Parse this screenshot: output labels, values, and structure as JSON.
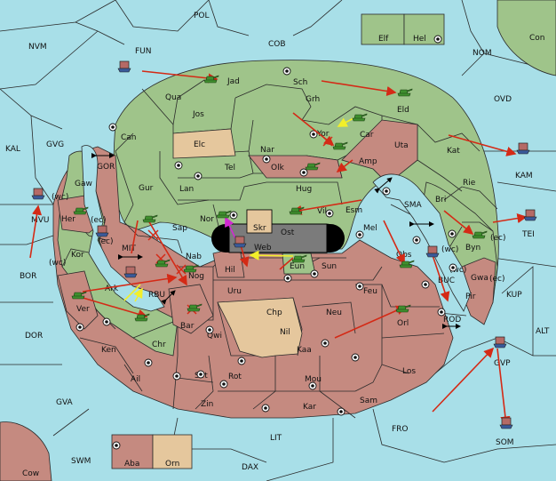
{
  "colors": {
    "sea": "#a8dfe8",
    "green_power": "#9fc48a",
    "red_power": "#c58a80",
    "tan_power": "#e5c79d",
    "dark_power": "#7b7b7b",
    "order_arrow": "#d42a16",
    "support_arrow": "#f2ef2a",
    "convoy_arrow": "#d12ad1"
  },
  "map": {
    "sea_labels": {
      "pol": "POL",
      "fun": "FUN",
      "cob": "COB",
      "nvm": "NVM",
      "nom": "NOM",
      "ovd": "OVD",
      "kal": "KAL",
      "gvg": "GVG",
      "gor": "GOR",
      "kam": "KAM",
      "mvu": "MVU",
      "sma": "SMA",
      "tei": "TEI",
      "bor": "BOR",
      "mit": "MIT",
      "rbu": "RBU",
      "kup": "KUP",
      "buc": "BUC",
      "rod": "ROD",
      "dor": "DOR",
      "alt": "ALT",
      "gva": "GVA",
      "gvp": "GVP",
      "lit": "LIT",
      "fro": "FRO",
      "som": "SOM",
      "swm": "SWM",
      "dax": "DAX",
      "cow": "Cow",
      "con": "Con"
    },
    "land_labels": {
      "elf": "Elf",
      "hel": "Hel",
      "jad": "Jad",
      "sch": "Sch",
      "qua": "Qua",
      "jos": "Jos",
      "grh": "Grh",
      "eld": "Eld",
      "can": "Can",
      "elc": "Elc",
      "nar": "Nar",
      "yor": "Yor",
      "car": "Car",
      "uta": "Uta",
      "tel": "Tel",
      "olk": "Olk",
      "amp": "Amp",
      "kat": "Kat",
      "gaw": "Gaw",
      "gur": "Gur",
      "lan": "Lan",
      "hug": "Hug",
      "rie": "Rie",
      "her": "Her",
      "nor": "Nor",
      "skr": "Skr",
      "vil": "Vil",
      "esm": "Esm",
      "bri": "Bri",
      "sap": "Sap",
      "ost": "Ost",
      "web": "Web",
      "mel": "Mel",
      "byn": "Byn",
      "kor": "Kor",
      "nab": "Nab",
      "hil": "Hil",
      "eun": "Eun",
      "sun": "Sun",
      "obs": "Obs",
      "ark": "Ark",
      "gwa": "Gwa",
      "nog": "Nog",
      "uru": "Uru",
      "feu": "Feu",
      "pir": "Pir",
      "ver": "Ver",
      "bar": "Bar",
      "chp": "Chp",
      "neu": "Neu",
      "orl": "Orl",
      "chr": "Chr",
      "qwi": "Qwi",
      "nil": "Nil",
      "ken": "Ken",
      "kaa": "Kaa",
      "sot": "Sot",
      "rot": "Rot",
      "los": "Los",
      "ail": "Ail",
      "mou": "Mou",
      "zin": "Zin",
      "kar": "Kar",
      "sam": "Sam",
      "aba": "Aba",
      "orn": "Orn"
    },
    "coast_tags": {
      "wc_mvu": "(wc)",
      "ec_her": "(ec)",
      "ec_gaw": "(ec)",
      "wc_kor": "(wc)",
      "wc_byn": "(wc)",
      "ec_byn": "(ec)",
      "wc_gwa": "(wc)",
      "ec_gwa": "(ec)"
    }
  }
}
